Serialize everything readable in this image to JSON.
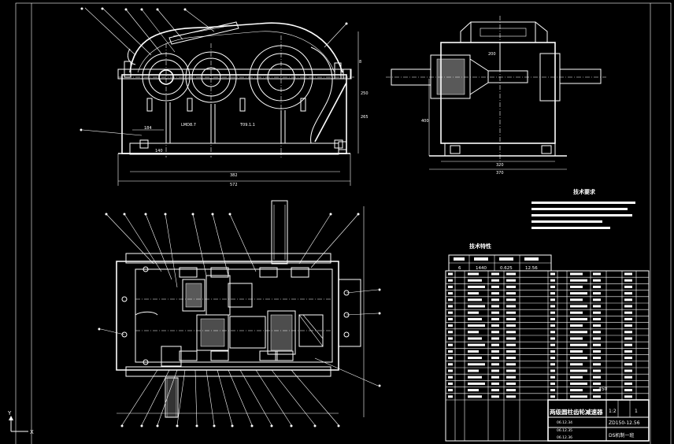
{
  "front_view": {
    "dims": {
      "d1": "184",
      "d2": "140",
      "d3": "382",
      "d4": "572",
      "d5": "250",
      "d6": "265"
    },
    "labels": {
      "left_note": "LMD8.7",
      "mid_note": "T09.1.1",
      "right_note": "8"
    }
  },
  "side_view": {
    "dims": {
      "w1": "320",
      "w2": "370",
      "h1": "400",
      "h2": "200"
    }
  },
  "tech_params": {
    "title": "技术特性",
    "headers": [
      "",
      "",
      "",
      ""
    ],
    "values": [
      "6",
      "1440",
      "0.625",
      "12.56"
    ]
  },
  "tech_requirements": {
    "title": "技术要求"
  },
  "bom": {
    "mass": "450"
  },
  "title_block": {
    "drawing_title": "两级圆柱齿轮减速器",
    "drawing_code": "ZD150-12.56",
    "scale": "1:2",
    "sheet": "1",
    "company": "DS机制一班",
    "rows": [
      "06.12.34",
      "06.12.35",
      "06.12.36"
    ]
  },
  "ucs": {
    "x": "X",
    "y": "Y"
  }
}
